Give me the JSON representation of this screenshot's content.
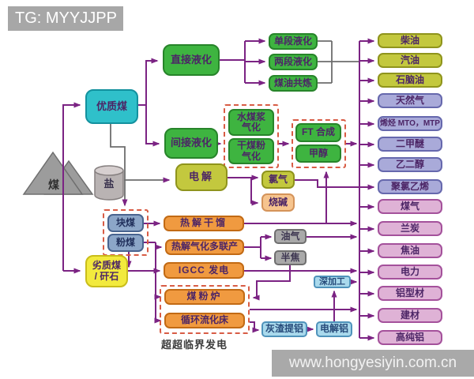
{
  "watermarks": {
    "top": "TG: MYYJJPP",
    "bottom": "www.hongyesiyin.com.cn"
  },
  "nodes": {
    "coal": "煤",
    "salt": "盐",
    "quality_coal": "优质煤",
    "lump_coal": "块煤",
    "fine_coal": "粉煤",
    "low_grade_coal": "劣质煤\n/ 矸石",
    "direct_liquefaction": "直接液化",
    "single_stage": "单段液化",
    "two_stage": "两段液化",
    "coal_oil_co_refining": "煤油共炼",
    "indirect_liquefaction": "间接液化",
    "slurry_gasification": "水煤浆\n气化",
    "dry_powder_gasification": "干煤粉\n气化",
    "ft_synthesis": "FT 合成",
    "methanol": "甲醇",
    "electrolysis": "电解",
    "chlorine": "氯气",
    "caustic_soda": "烧碱",
    "pyrolysis_retorting": "热解干馏",
    "pyrolysis_polygeneration": "热解气化多联产",
    "igcc_power": "IGCC 发电",
    "oil_gas": "油气",
    "semi_coke": "半焦",
    "pulverized_coal_furnace": "煤粉炉",
    "cfb": "循环流化床",
    "ultra_supercritical_label": "超超临界发电",
    "deep_processing": "深加工",
    "ash_aluminum_extraction": "灰渣提铝",
    "electrolytic_aluminum": "电解铝"
  },
  "products": [
    "柴油",
    "汽油",
    "石脑油",
    "天然气",
    "烯烃 MTO，MTP",
    "二甲醚",
    "乙二醇",
    "聚氯乙烯",
    "煤气",
    "兰炭",
    "焦油",
    "电力",
    "铝型材",
    "建材",
    "高纯铝"
  ],
  "colors": {
    "line_purple": "#7b2383",
    "line_gray": "#6d6d6d",
    "dashed_border": "#d85c45",
    "green": "#3eb440",
    "teal": "#2fc0ca",
    "olive_yellow": "#c3c83e",
    "orange": "#f09a40",
    "peach": "#f6c48e",
    "gray": "#a9a9a9",
    "steel_blue": "#8ca6c8",
    "yellow": "#f2ea3d",
    "light_blue": "#a9d9ec",
    "lavender": "#a9aad9",
    "pink": "#dfb2d6"
  }
}
